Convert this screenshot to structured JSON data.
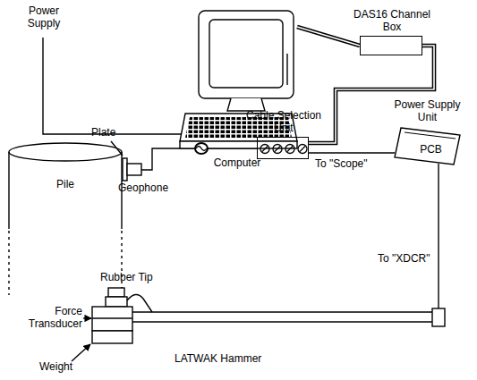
{
  "diagram": {
    "nodes": [
      {
        "text": [
          "Computer"
        ]
      },
      {
        "text": [
          "DAS16 Channel Box"
        ]
      },
      {
        "text": [
          "Cable Selection Unit"
        ]
      },
      {
        "text": [
          "Power Supply Unit",
          "PCB"
        ]
      },
      {
        "text": [
          "Pile"
        ]
      },
      {
        "text": [
          "LATWAK Hammer"
        ]
      }
    ],
    "edges": [
      {
        "from": 0,
        "to": 1,
        "arrow": "none"
      },
      {
        "from": 1,
        "to": 2,
        "arrow": "none"
      },
      {
        "from": 2,
        "to": 4,
        "arrow": "none"
      },
      {
        "from": 2,
        "to": 3,
        "label": "To \"Scope\"",
        "arrow": "none"
      },
      {
        "from": 3,
        "to": 5,
        "label": "To \"XDCR\"",
        "arrow": "none"
      }
    ],
    "labels": [
      "Power Supply",
      "Plate",
      "Geophone",
      "Rubber Tip",
      "Force Transducer",
      "Weight"
    ]
  }
}
